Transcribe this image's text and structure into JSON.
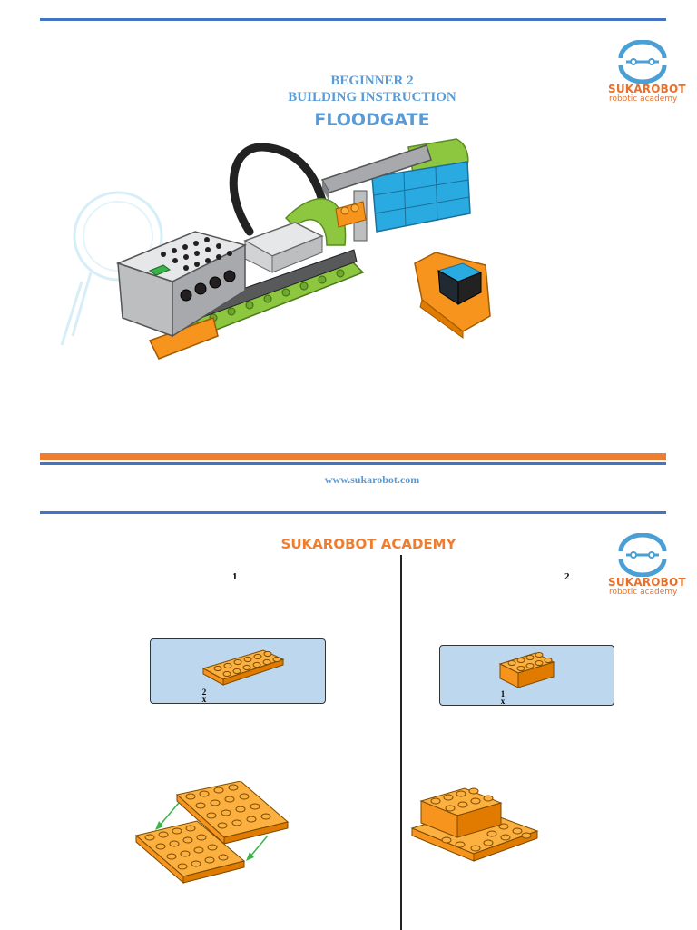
{
  "cover": {
    "title_line1": "BEGINNER 2",
    "title_line2": "BUILDING INSTRUCTION",
    "title_line3": "FLOODGATE",
    "website": "www.sukarobot.com"
  },
  "logo": {
    "brand": "SUKAROBOT",
    "tagline": "robotic academy"
  },
  "page2": {
    "heading": "SUKAROBOT ACADEMY",
    "steps": [
      {
        "number": "1",
        "part_qty": "2",
        "part_mark": "x"
      },
      {
        "number": "2",
        "part_qty": "1",
        "part_mark": "x"
      }
    ]
  },
  "colors": {
    "brand_blue": "#4472c4",
    "brand_orange": "#ed7d31",
    "title_blue": "#5b9bd5",
    "parts_box": "#bdd7ee",
    "brick_orange": "#f5a623"
  }
}
